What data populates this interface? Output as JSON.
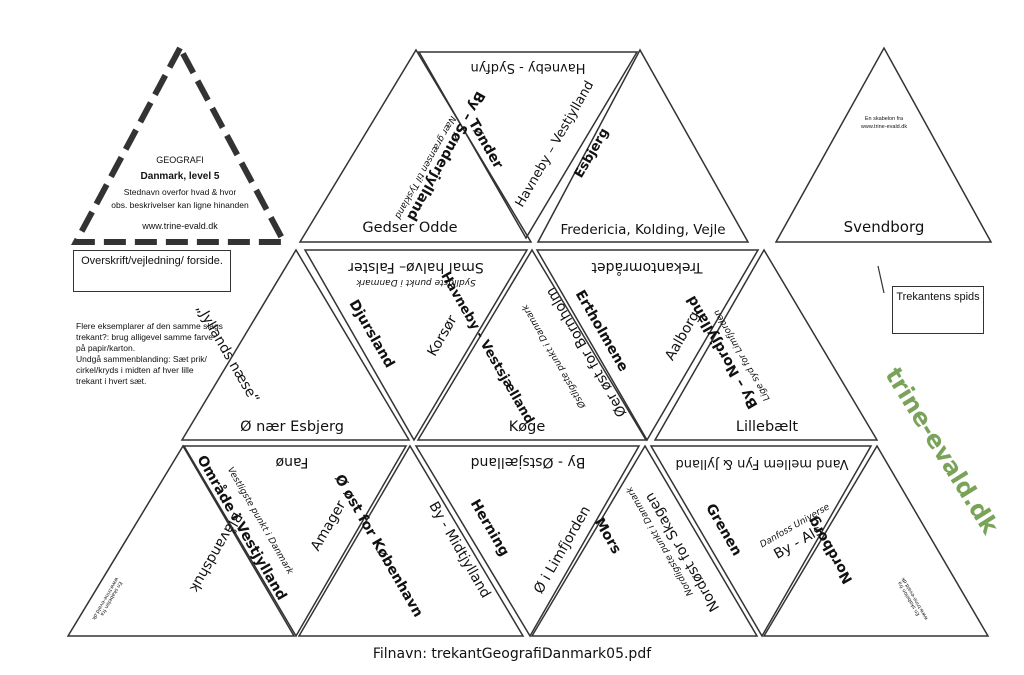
{
  "cover": {
    "heading": "GEOGRAFI",
    "subtitle": "Danmark, level 5",
    "line1": "Stednavn overfor hvad & hvor",
    "line2": "obs. beskrivelser kan ligne hinanden",
    "website": "www.trine-evald.dk"
  },
  "notes": {
    "cover_label": "Overskrift/vejledning/ forside.",
    "instructions": [
      "Flere eksemplarer af den samme slags",
      "trekant?: brug alligevel samme farve",
      "på papir/karton.",
      "Undgå sammenblanding: Sæt prik/",
      "cirkel/kryds i midten af hver lille",
      "trekant i hvert sæt."
    ],
    "tip_label": "Trekantens spids"
  },
  "sample": {
    "template_credit": "En skabelon fra",
    "template_url": "www.trine-evald.dk",
    "label": "Svendborg"
  },
  "watermark": "trine-evald.dk",
  "labels": {
    "gedser_odde": "Gedser Odde",
    "by_sonderjylland": "By – Sønderjylland",
    "naer_graensen": "Nær grænsen til Tyskland",
    "tonder": "Tønder",
    "havneby_sydfyn": "Havneby - Sydfyn",
    "havneby_vestjylland": "Havneby – Vestjylland",
    "esbjerg": "Esbjerg",
    "fredericia": "Fredericia, Kolding, Vejle",
    "smal_halvo": "Smal halvø– Falster",
    "sydligste": "Sydligste punkt i Danmark",
    "djursland": "Djursland",
    "jyllands_naese": "„Jyllands næse“",
    "o_naer_esbjerg": "Ø nær Esbjerg",
    "korsor": "Korsør",
    "havneby_vestsjaelland": "Havneby - Vestsjælland",
    "oestligste": "Østligste punkt i Danmark",
    "koge": "Køge",
    "oer_bornholm": "Øer øst for Bornholm",
    "ertholmene": "Ertholmene",
    "trekantomraadet": "Trekantområdet",
    "aalborg": "Aalborg",
    "by_nordjylland": "By – Nordjylland",
    "lige_syd": "Lige syd for Limfjorden",
    "lillebaelt": "Lillebælt",
    "fano": "Fanø",
    "omraade_vestjylland": "Område i Vestjylland",
    "vestligste": "Vestligste punkt i Danmark",
    "blaavandshuk": "Blåvandshuk",
    "amager": "Amager",
    "o_koebenhavn": "Ø øst for København",
    "by_oestsjaelland": "By - Østsjælland",
    "herning": "Herning",
    "by_midtjylland": "By - Midtjylland",
    "o_limfjorden": "Ø i Limfjorden",
    "mors": "Mors",
    "nordost_skagen": "Nordøst for Skagen",
    "nordligste": "Nordligste punkt i Danmark",
    "grenen": "Grenen",
    "vand_mellem": "Vand mellem Fyn & Jylland",
    "danfoss": "Danfoss Universe",
    "by_als": "By - Als",
    "nordborg": "Nordborg"
  },
  "footer": "Filnavn: trekantGeografiDanmark05.pdf"
}
